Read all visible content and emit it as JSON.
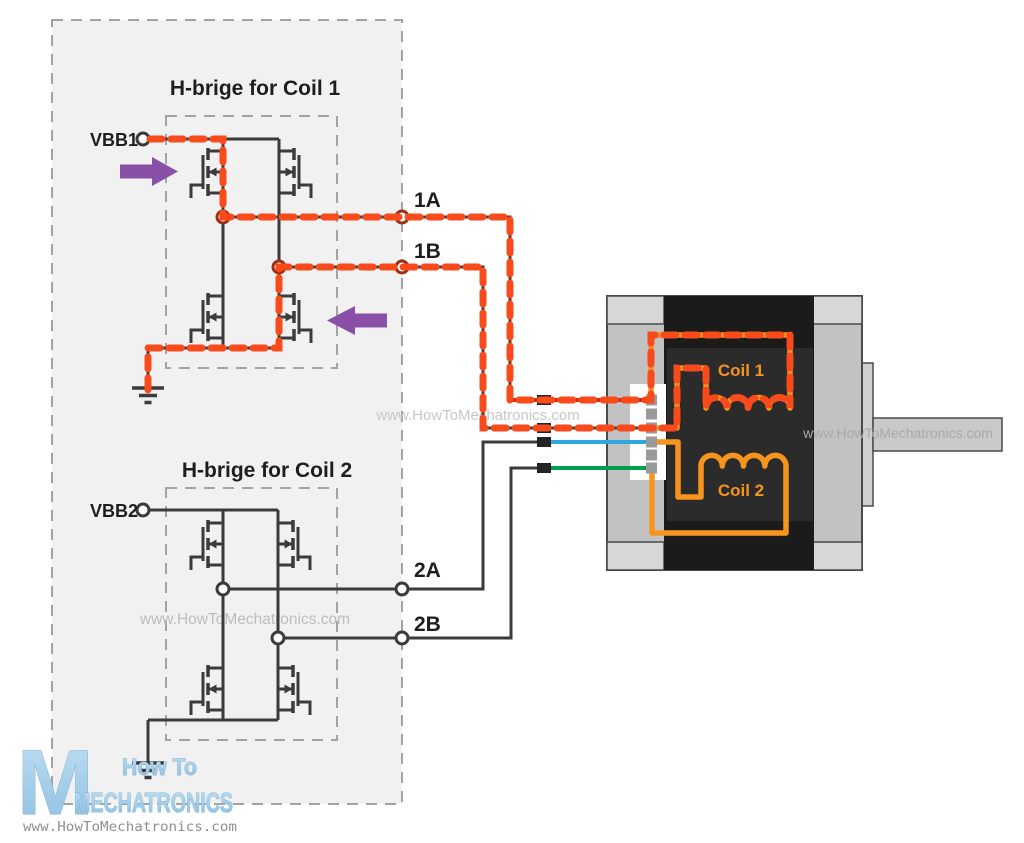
{
  "diagram": {
    "bridge1_title": "H-brige for Coil 1",
    "bridge2_title": "H-brige for Coil 2",
    "vbb1_label": "VBB1",
    "vbb2_label": "VBB2",
    "wire_1a": "1A",
    "wire_1b": "1B",
    "wire_2a": "2A",
    "wire_2b": "2B"
  },
  "motor": {
    "coil1_label": "Coil 1",
    "coil2_label": "Coil 2"
  },
  "watermarks": {
    "center": "www.HowToMechatronics.com",
    "motor": "www.HowToMechatronics.com",
    "bridge2": "www.HowToMechatronics.com"
  },
  "logo": {
    "monogram": "M",
    "line1": "How To",
    "line2": "MECHATRONICS",
    "url": "www.HowToMechatronics.com"
  },
  "colors": {
    "current_path": "#f94a1c",
    "coil_orange": "#f7941e",
    "wire_red": "#d22619",
    "wire_blue": "#2ea7df",
    "wire_green": "#009c4f",
    "wire_black": "#3b3b3b",
    "arrow_purple": "#8a50a8"
  }
}
